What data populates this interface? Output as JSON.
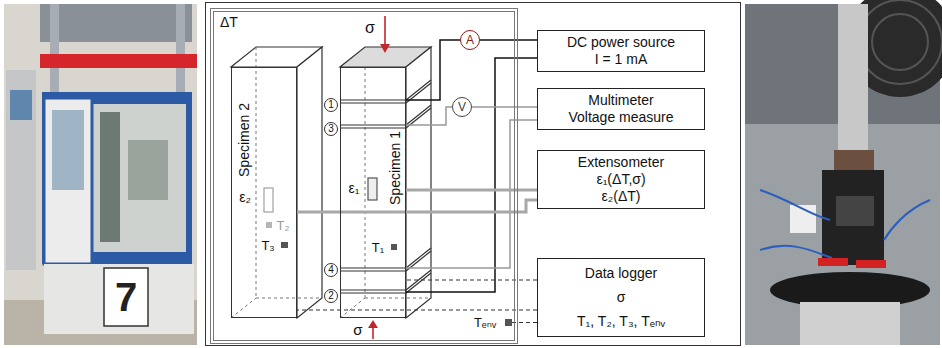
{
  "diagram": {
    "nodes": [
      {
        "text": [
          "ΔT"
        ]
      },
      {
        "text": [
          "Specimen 2"
        ],
        "in": 0
      },
      {
        "text": [
          "Specimen 1"
        ],
        "in": 0
      },
      {
        "text": [
          "A"
        ],
        "in": 0
      },
      {
        "text": [
          "V"
        ],
        "in": 0
      },
      {
        "text": [
          "DC power source",
          "I = 1 mA"
        ]
      },
      {
        "text": [
          "Multimeter",
          "Voltage measure"
        ]
      },
      {
        "text": [
          "Extensometer",
          "ε₁(ΔT,σ)",
          "ε₂(ΔT)"
        ]
      },
      {
        "text": [
          "Data logger",
          "σ",
          "T₁, T₂, T₃, Tₑₙᵥ"
        ]
      }
    ],
    "edges": [
      {
        "from": 5,
        "to": 3,
        "arrow": "none"
      },
      {
        "from": 3,
        "to": 2,
        "arrow": "none"
      },
      {
        "from": 2,
        "to": 5,
        "arrow": "none"
      },
      {
        "from": 6,
        "to": 4,
        "arrow": "none"
      },
      {
        "from": 4,
        "to": 2,
        "arrow": "none"
      },
      {
        "from": 2,
        "to": 6,
        "arrow": "none"
      },
      {
        "from": 7,
        "to": 2,
        "arrow": "none"
      },
      {
        "from": 7,
        "to": 1,
        "arrow": "none"
      },
      {
        "from": 8,
        "to": 2,
        "arrow": "none"
      },
      {
        "from": 8,
        "to": 1,
        "arrow": "none"
      }
    ],
    "labels": [
      "σ",
      "σ",
      "1",
      "3",
      "4",
      "2",
      "ε₁",
      "ε₂",
      "T₁",
      "T₂",
      "T₃",
      "Tₑₙᵥ",
      "7"
    ]
  }
}
